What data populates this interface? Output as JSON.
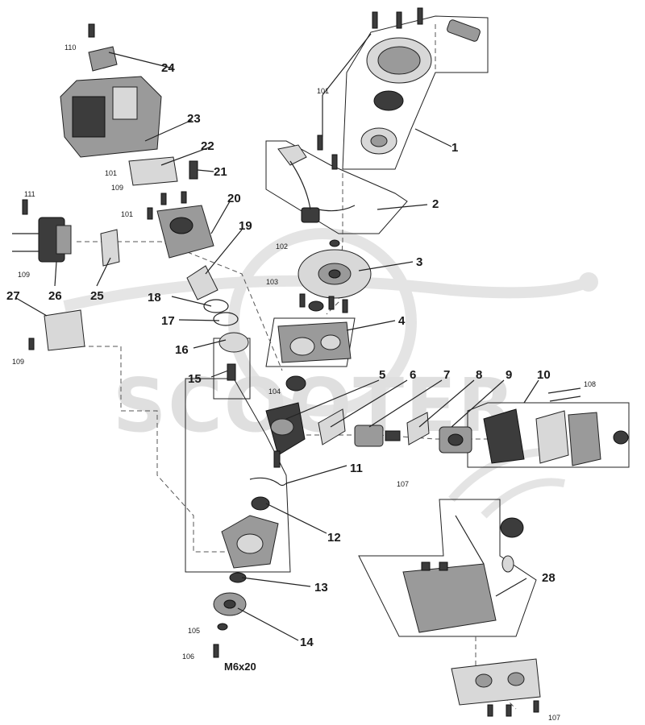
{
  "watermark": {
    "text": "SCOOTER"
  },
  "spec_note": "M6x20",
  "callouts": [
    {
      "id": "1",
      "text": "1"
    },
    {
      "id": "2",
      "text": "2"
    },
    {
      "id": "3",
      "text": "3"
    },
    {
      "id": "4",
      "text": "4"
    },
    {
      "id": "5",
      "text": "5"
    },
    {
      "id": "6",
      "text": "6"
    },
    {
      "id": "7",
      "text": "7"
    },
    {
      "id": "8",
      "text": "8"
    },
    {
      "id": "9",
      "text": "9"
    },
    {
      "id": "10",
      "text": "10"
    },
    {
      "id": "11",
      "text": "11"
    },
    {
      "id": "12",
      "text": "12"
    },
    {
      "id": "13",
      "text": "13"
    },
    {
      "id": "14",
      "text": "14"
    },
    {
      "id": "15",
      "text": "15"
    },
    {
      "id": "16",
      "text": "16"
    },
    {
      "id": "17",
      "text": "17"
    },
    {
      "id": "18",
      "text": "18"
    },
    {
      "id": "19",
      "text": "19"
    },
    {
      "id": "20",
      "text": "20"
    },
    {
      "id": "21",
      "text": "21"
    },
    {
      "id": "22",
      "text": "22"
    },
    {
      "id": "23",
      "text": "23"
    },
    {
      "id": "24",
      "text": "24"
    },
    {
      "id": "25",
      "text": "25"
    },
    {
      "id": "26",
      "text": "26"
    },
    {
      "id": "27",
      "text": "27"
    },
    {
      "id": "28",
      "text": "28"
    },
    {
      "id": "101a",
      "text": "101"
    },
    {
      "id": "101b",
      "text": "101"
    },
    {
      "id": "101c",
      "text": "101"
    },
    {
      "id": "102",
      "text": "102"
    },
    {
      "id": "103",
      "text": "103"
    },
    {
      "id": "104",
      "text": "104"
    },
    {
      "id": "105",
      "text": "105"
    },
    {
      "id": "106",
      "text": "106"
    },
    {
      "id": "107a",
      "text": "107"
    },
    {
      "id": "107b",
      "text": "107"
    },
    {
      "id": "108",
      "text": "108"
    },
    {
      "id": "109a",
      "text": "109"
    },
    {
      "id": "109b",
      "text": "109"
    },
    {
      "id": "109c",
      "text": "109"
    },
    {
      "id": "110",
      "text": "110"
    },
    {
      "id": "111",
      "text": "111"
    }
  ]
}
